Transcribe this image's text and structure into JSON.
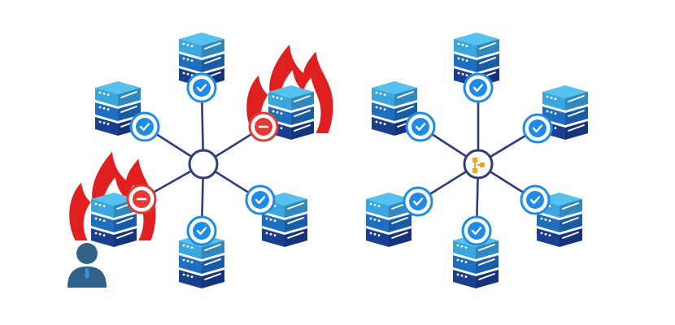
{
  "colors": {
    "background": "#ffffff",
    "link_line": "#2c3c7e",
    "server_top": "#3aa6dd",
    "server_mid": "#1f6fc0",
    "server_bottom": "#1b3f8f",
    "check_badge": "#1e8be6",
    "error_badge": "#e53935",
    "fire_outer": "#e02020",
    "fire_inner": "#ffffff",
    "router_icon": "#f2a51e",
    "user": "#2f6189"
  },
  "networks": [
    {
      "name": "compromised-network",
      "hub": {
        "icon": "empty-hub-icon"
      },
      "nodes": [
        {
          "status": "ok",
          "on_fire": false,
          "icon": "server-icon",
          "badge_icon": "checkmark-icon"
        },
        {
          "status": "error",
          "on_fire": true,
          "icon": "server-icon",
          "badge_icon": "minus-icon"
        },
        {
          "status": "ok",
          "on_fire": false,
          "icon": "server-icon",
          "badge_icon": "checkmark-icon"
        },
        {
          "status": "ok",
          "on_fire": false,
          "icon": "server-icon",
          "badge_icon": "checkmark-icon"
        },
        {
          "status": "error",
          "on_fire": true,
          "icon": "server-icon",
          "badge_icon": "minus-icon"
        },
        {
          "status": "ok",
          "on_fire": false,
          "icon": "server-icon",
          "badge_icon": "checkmark-icon"
        }
      ],
      "attacker": {
        "icon": "user-icon"
      }
    },
    {
      "name": "protected-network",
      "hub": {
        "icon": "router-icon"
      },
      "nodes": [
        {
          "status": "ok",
          "on_fire": false,
          "icon": "server-icon",
          "badge_icon": "checkmark-icon"
        },
        {
          "status": "ok",
          "on_fire": false,
          "icon": "server-icon",
          "badge_icon": "checkmark-icon"
        },
        {
          "status": "ok",
          "on_fire": false,
          "icon": "server-icon",
          "badge_icon": "checkmark-icon"
        },
        {
          "status": "ok",
          "on_fire": false,
          "icon": "server-icon",
          "badge_icon": "checkmark-icon"
        },
        {
          "status": "ok",
          "on_fire": false,
          "icon": "server-icon",
          "badge_icon": "checkmark-icon"
        },
        {
          "status": "ok",
          "on_fire": false,
          "icon": "server-icon",
          "badge_icon": "checkmark-icon"
        }
      ]
    }
  ]
}
